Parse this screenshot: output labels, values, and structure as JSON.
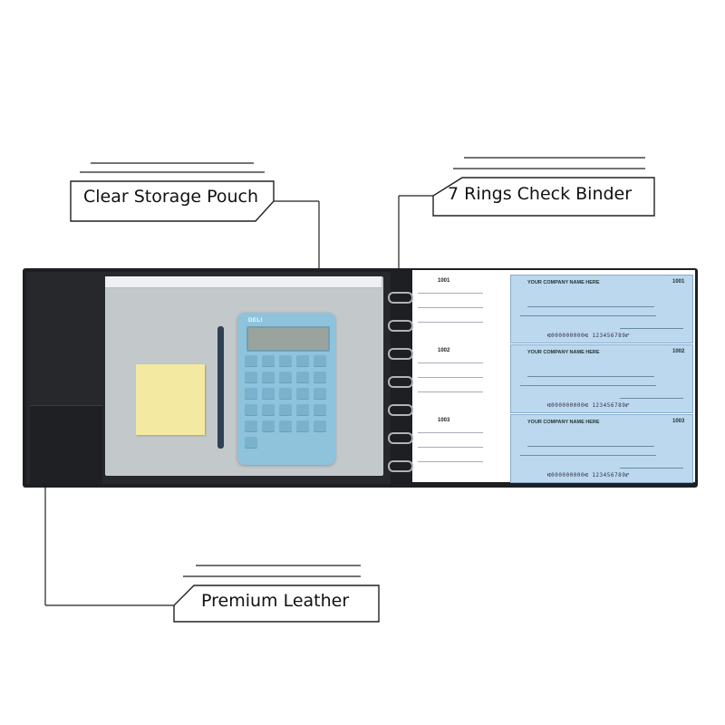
{
  "callouts": {
    "pouch": "Clear Storage Pouch",
    "rings": "7 Rings Check Binder",
    "leather": "Premium Leather"
  },
  "calculator": {
    "brand": "DELI"
  },
  "checks": [
    {
      "stub_number": "1001",
      "check_number": "1001",
      "company": "YOUR COMPANY NAME HERE",
      "micr": "⑆000000000⑆ 123456789⑈"
    },
    {
      "stub_number": "1002",
      "check_number": "1002",
      "company": "YOUR COMPANY NAME HERE",
      "micr": "⑆000000000⑆ 123456789⑈"
    },
    {
      "stub_number": "1003",
      "check_number": "1003",
      "company": "YOUR COMPANY NAME HERE",
      "micr": "⑆000000000⑆ 123456789⑈"
    }
  ],
  "colors": {
    "binder": "#1d1f22",
    "check_blue": "#bcd8ef",
    "calculator": "#8fc3dc",
    "sticky_note": "#f3e9a0"
  }
}
